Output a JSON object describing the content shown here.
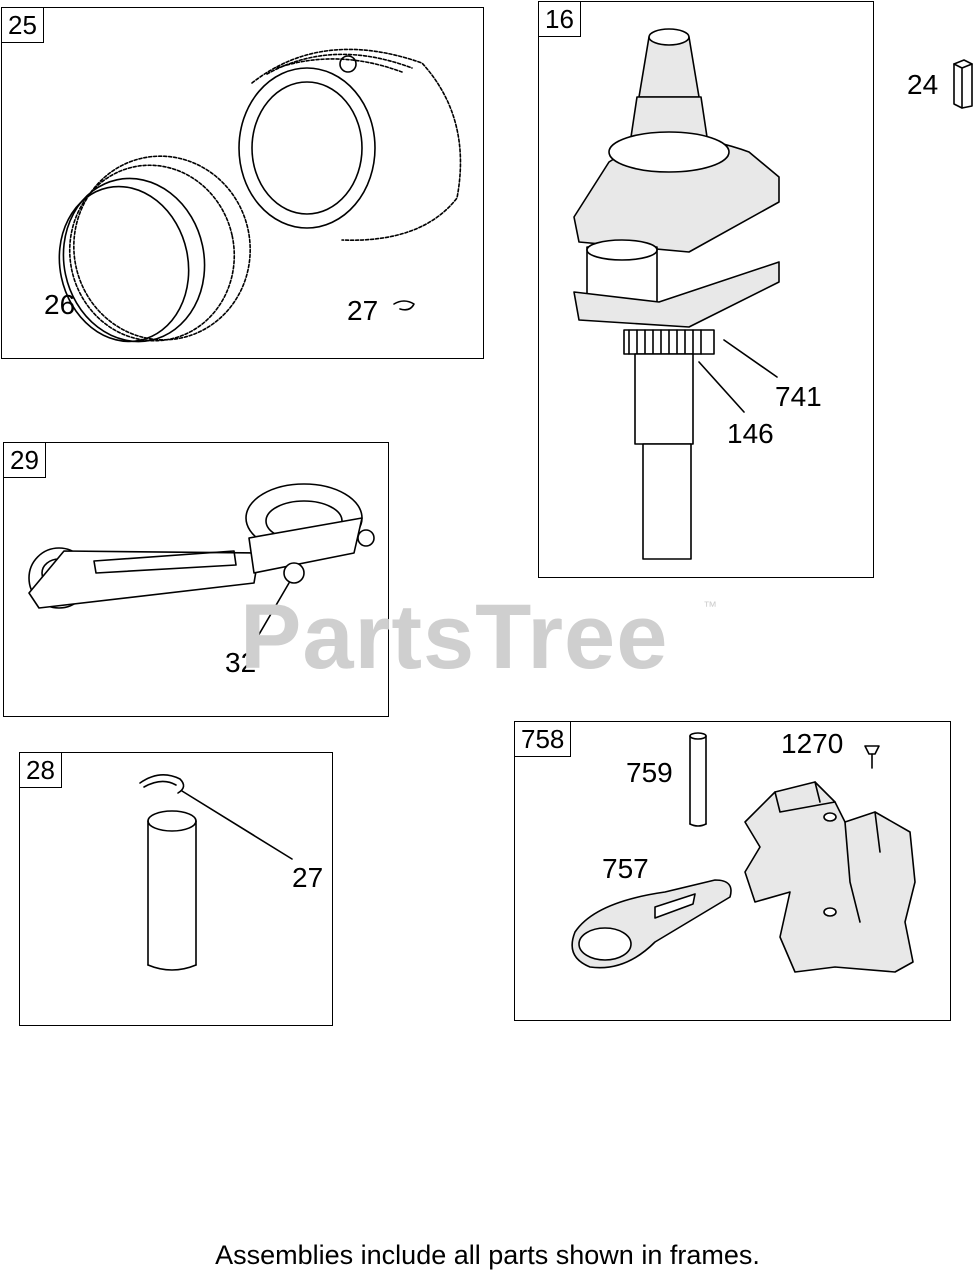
{
  "frames": {
    "piston_assembly": {
      "tag": "25"
    },
    "crankshaft": {
      "tag": "16"
    },
    "connecting_rod": {
      "tag": "29"
    },
    "piston_pin": {
      "tag": "28"
    },
    "governor_assembly": {
      "tag": "758"
    }
  },
  "callouts": {
    "part_24": "24",
    "part_26": "26",
    "part_27_ring": "27",
    "part_741": "741",
    "part_146": "146",
    "part_32": "32",
    "part_27_pin": "27",
    "part_759": "759",
    "part_1270": "1270",
    "part_757": "757"
  },
  "watermark": {
    "brand": "PartsTree",
    "trademark": "™"
  },
  "footer": {
    "note": "Assemblies include all parts shown in frames."
  }
}
